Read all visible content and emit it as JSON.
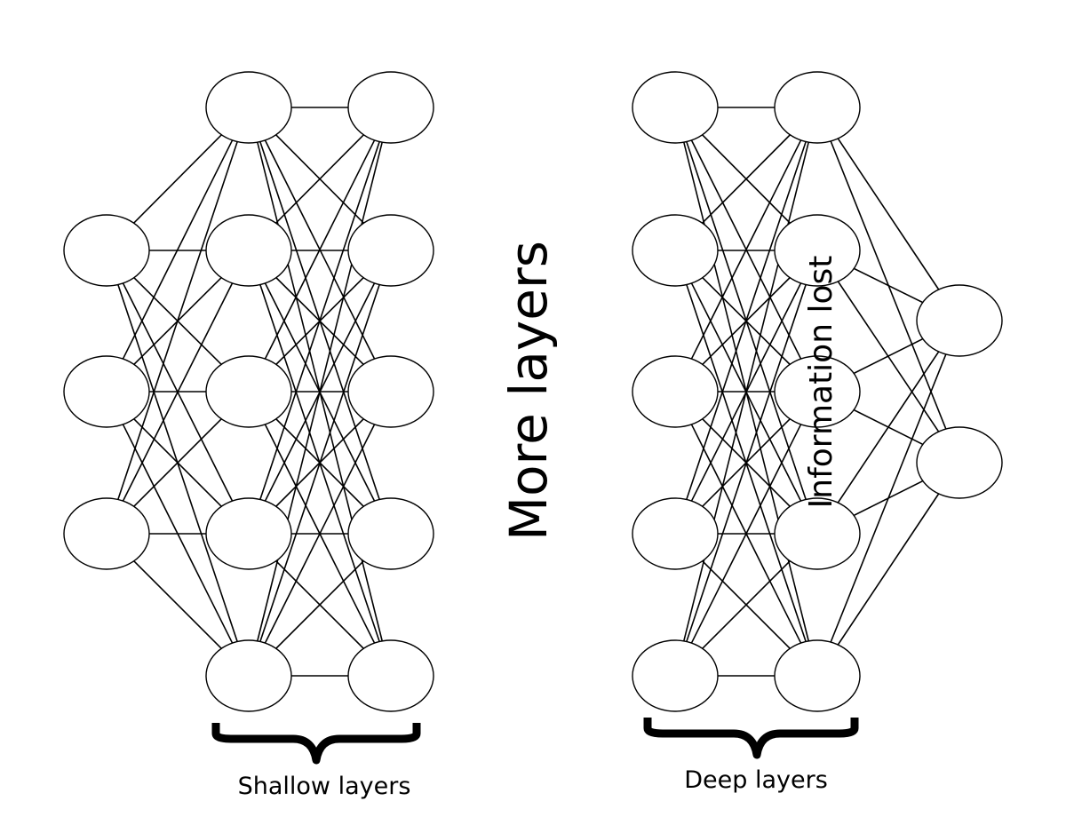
{
  "labels": {
    "center": "More layers",
    "info": "Information lost",
    "shallow": "Shallow layers",
    "deep": "Deep layers"
  },
  "networks": {
    "shallow": {
      "layers": [
        3,
        5,
        5
      ]
    },
    "deep": {
      "layers": [
        5,
        5,
        2
      ]
    }
  },
  "colors": {
    "stroke": "#000000",
    "node_fill": "#ffffff",
    "background": "#ffffff"
  }
}
